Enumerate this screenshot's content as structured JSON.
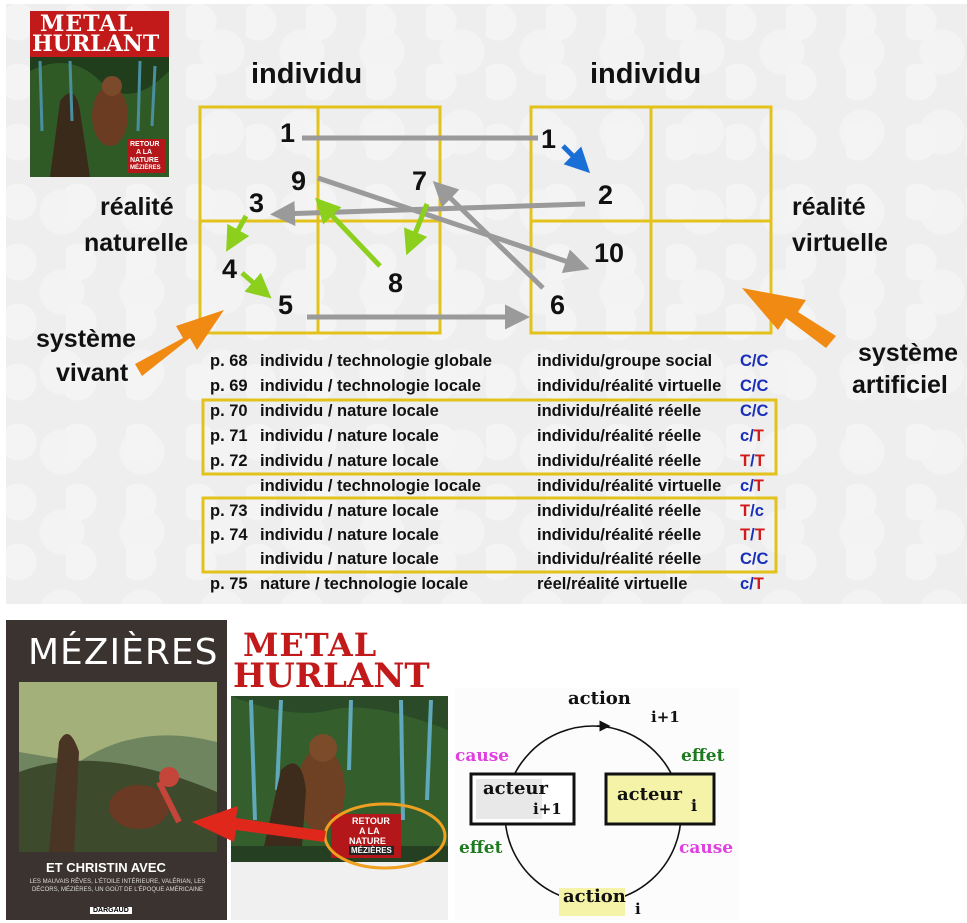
{
  "top": {
    "header_left": "individu",
    "header_right": "individu",
    "label_natural_line1": "réalité",
    "label_natural_line2": "naturelle",
    "label_virtual_line1": "réalité",
    "label_virtual_line2": "virtuelle",
    "label_living_line1": "système",
    "label_living_line2": "vivant",
    "label_artificial_line1": "système",
    "label_artificial_line2": "artificiel",
    "nodes": {
      "n1a": "1",
      "n1b": "1",
      "n2": "2",
      "n3": "3",
      "n4": "4",
      "n5": "5",
      "n6": "6",
      "n7": "7",
      "n8": "8",
      "n9": "9",
      "n10": "10"
    },
    "colors": {
      "grid": "#e3c21b",
      "grey_arrow": "#9a9a9a",
      "green_arrow": "#8ccf1c",
      "blue_arrow": "#1a6fd6",
      "orange_arrow": "#f08a12",
      "blue": "#1a2fb8",
      "red": "#d11a1a"
    }
  },
  "table_rows": [
    {
      "page": "p. 68",
      "a": "individu / technologie globale",
      "b": "individu/groupe social",
      "c1": "C",
      "sep": "/",
      "c2": "C",
      "c1color": "blue",
      "c2color": "blue"
    },
    {
      "page": "p. 69",
      "a": "individu / technologie  locale",
      "b": "individu/réalité virtuelle",
      "c1": "C",
      "sep": "/",
      "c2": "C",
      "c1color": "blue",
      "c2color": "blue"
    },
    {
      "page": "p. 70",
      "a": "individu / nature locale",
      "b": "individu/réalité réelle",
      "c1": "C",
      "sep": "/",
      "c2": "C",
      "c1color": "blue",
      "c2color": "blue"
    },
    {
      "page": "p. 71",
      "a": "individu / nature locale",
      "b": "individu/réalité réelle",
      "c1": "c",
      "sep": "/",
      "c2": "T",
      "c1color": "blue",
      "c2color": "red"
    },
    {
      "page": "p. 72",
      "a": "individu / nature locale",
      "b": "individu/réalité réelle",
      "c1": "T",
      "sep": "/",
      "c2": "T",
      "c1color": "red",
      "c2color": "red"
    },
    {
      "page": "",
      "a": "individu / technologie  locale",
      "b": "individu/réalité virtuelle",
      "c1": "c",
      "sep": "/",
      "c2": "T",
      "c1color": "blue",
      "c2color": "red"
    },
    {
      "page": "p. 73",
      "a": "individu / nature locale",
      "b": "individu/réalité réelle",
      "c1": "T",
      "sep": "/",
      "c2": "c",
      "c1color": "red",
      "c2color": "blue"
    },
    {
      "page": "p. 74",
      "a": "individu / nature locale",
      "b": "individu/réalité réelle",
      "c1": "T",
      "sep": "/",
      "c2": "T",
      "c1color": "red",
      "c2color": "red"
    },
    {
      "page": "",
      "a": "individu / nature locale",
      "b": "individu/réalité réelle",
      "c1": "C",
      "sep": "/",
      "c2": "C",
      "c1color": "blue",
      "c2color": "blue"
    },
    {
      "page": "p. 75",
      "a": "  nature / technologie  locale",
      "b": "réel/réalité virtuelle",
      "c1": "c",
      "sep": "/",
      "c2": "T",
      "c1color": "blue",
      "c2color": "red"
    }
  ],
  "covers": {
    "metal_title_line1": "METAL",
    "metal_title_line2": "HURLANT",
    "metal_badge_line1": "RETOUR",
    "metal_badge_line2": "A LA",
    "metal_badge_line3": "NATURE",
    "metal_badge_line4": "MÉZIÈRES",
    "mezieres_title": "MÉZIÈRES",
    "mezieres_subtitle": "ET CHRISTIN AVEC",
    "mezieres_blurb": "LES MAUVAIS RÊVES, L'ÉTOILE INTÉRIEURE, VALÉRIAN, LES DÉCORS, MÉZIÈRES, UN GOÛT DE L'ÉPOQUE AMÉRICAINE",
    "publisher": "DARGAUD"
  },
  "cycle": {
    "action_top": "action",
    "action_top_sub": "i+1",
    "cause_left": "cause",
    "effet_right": "effet",
    "actor_left": "acteur",
    "actor_left_sub": "i+1",
    "actor_right": "acteur",
    "actor_right_sub": "i",
    "effet_left": "effet",
    "cause_right": "cause",
    "action_bottom": "action",
    "action_bottom_sub": "i"
  }
}
